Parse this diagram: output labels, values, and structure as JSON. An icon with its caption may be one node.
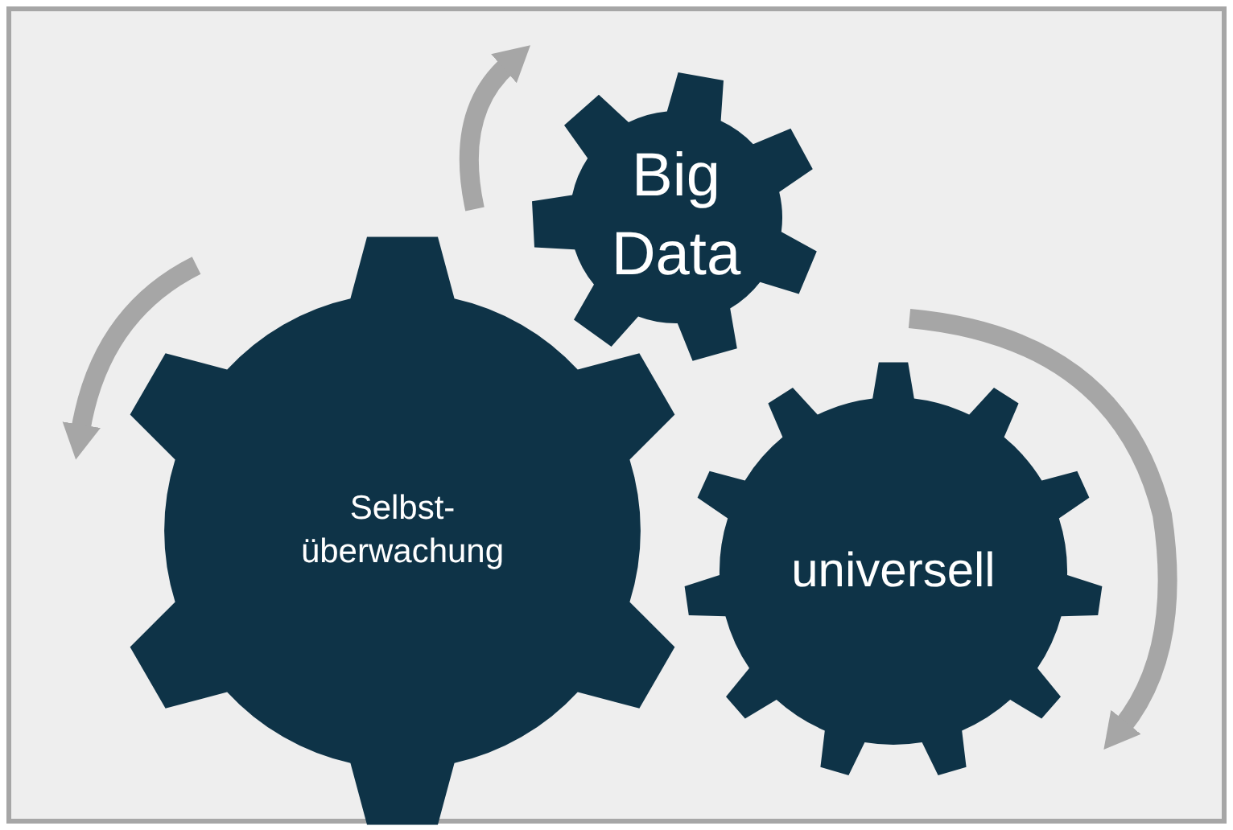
{
  "diagram": {
    "nodes": [
      {
        "text": [
          "Big Data"
        ]
      },
      {
        "text": [
          "Selbst- überwachung"
        ]
      },
      {
        "text": [
          "universell"
        ]
      }
    ]
  }
}
